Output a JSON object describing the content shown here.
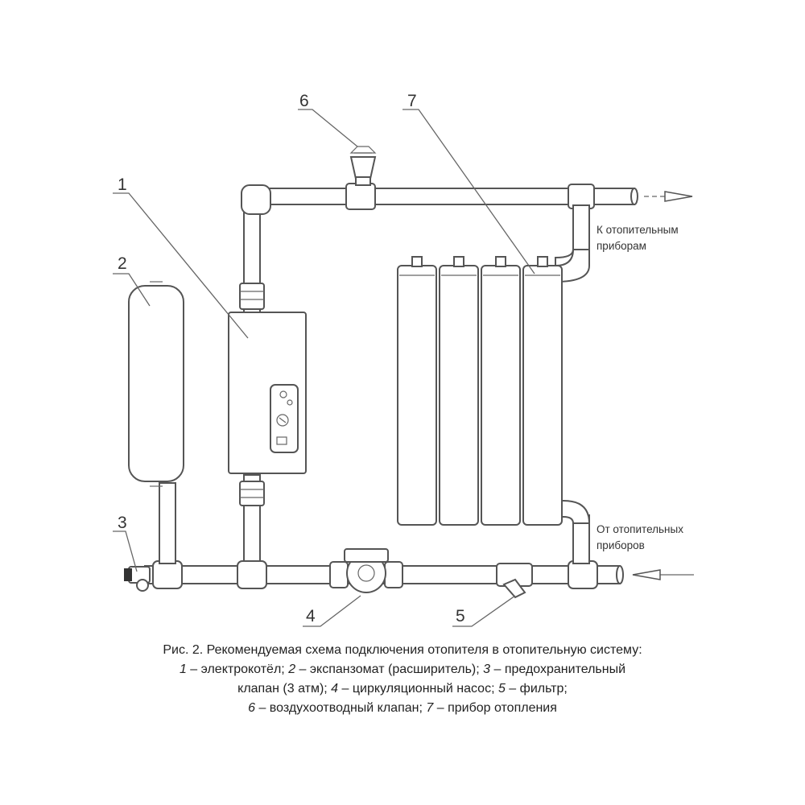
{
  "labels": {
    "boiler_num": "1",
    "expansion_num": "2",
    "safety_valve_num": "3",
    "pump_num": "4",
    "filter_num": "5",
    "air_vent_num": "6",
    "radiator_num": "7"
  },
  "flow_labels": {
    "to_devices_line1": "К отопительным",
    "to_devices_line2": "приборам",
    "from_devices_line1": "От отопительных",
    "from_devices_line2": "приборов"
  },
  "caption": {
    "line1": "Рис. 2. Рекомендуемая схема подключения отопителя в отопительную систему:",
    "n1": "1",
    "t1": " – электрокотёл; ",
    "n2": "2",
    "t2": " – экспанзомат (расширитель); ",
    "n3": "3",
    "t3": " – предохранительный",
    "t3b": "клапан (3 атм); ",
    "n4": "4",
    "t4": " – циркуляционный насос; ",
    "n5": "5",
    "t5": " – фильтр;",
    "n6": "6",
    "t6": " – воздухоотводный клапан; ",
    "n7": "7",
    "t7": " – прибор отопления"
  }
}
